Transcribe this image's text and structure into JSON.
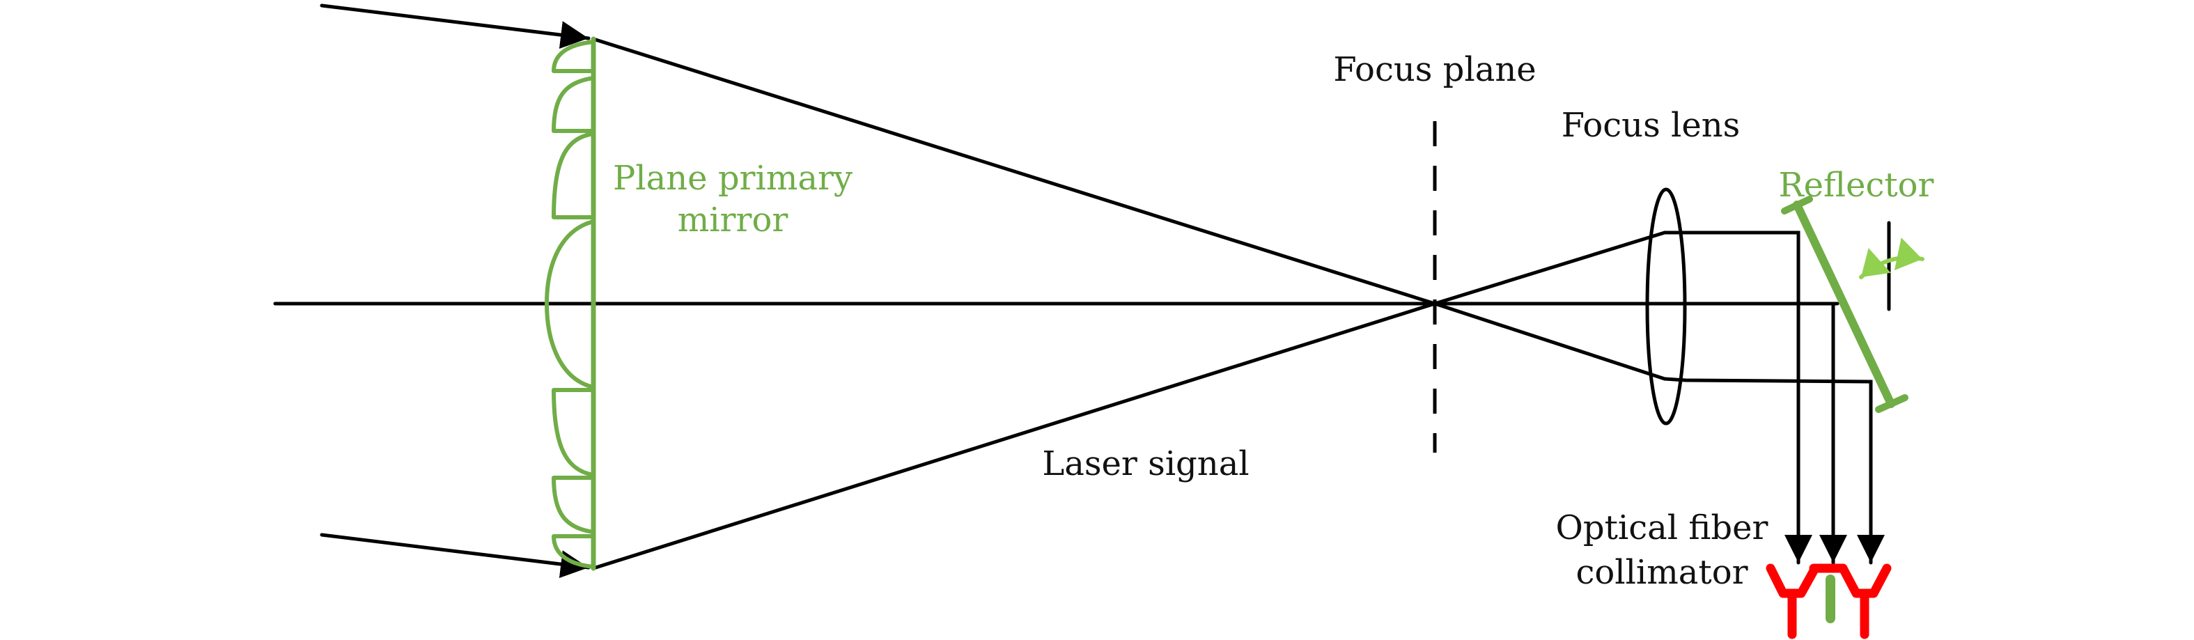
{
  "labels": {
    "primary_mirror": [
      "Plane primary",
      "mirror"
    ],
    "focus_plane": "Focus plane",
    "focus_lens": "Focus lens",
    "reflector": "Reflector",
    "laser_signal": "Laser signal",
    "collimator": [
      "Optical fiber",
      "collimator"
    ]
  },
  "colors": {
    "mirror": "#70ad47",
    "arrow": "#92d050",
    "collimator": "#ff0000",
    "beam": "#000000",
    "text": "#111111"
  }
}
